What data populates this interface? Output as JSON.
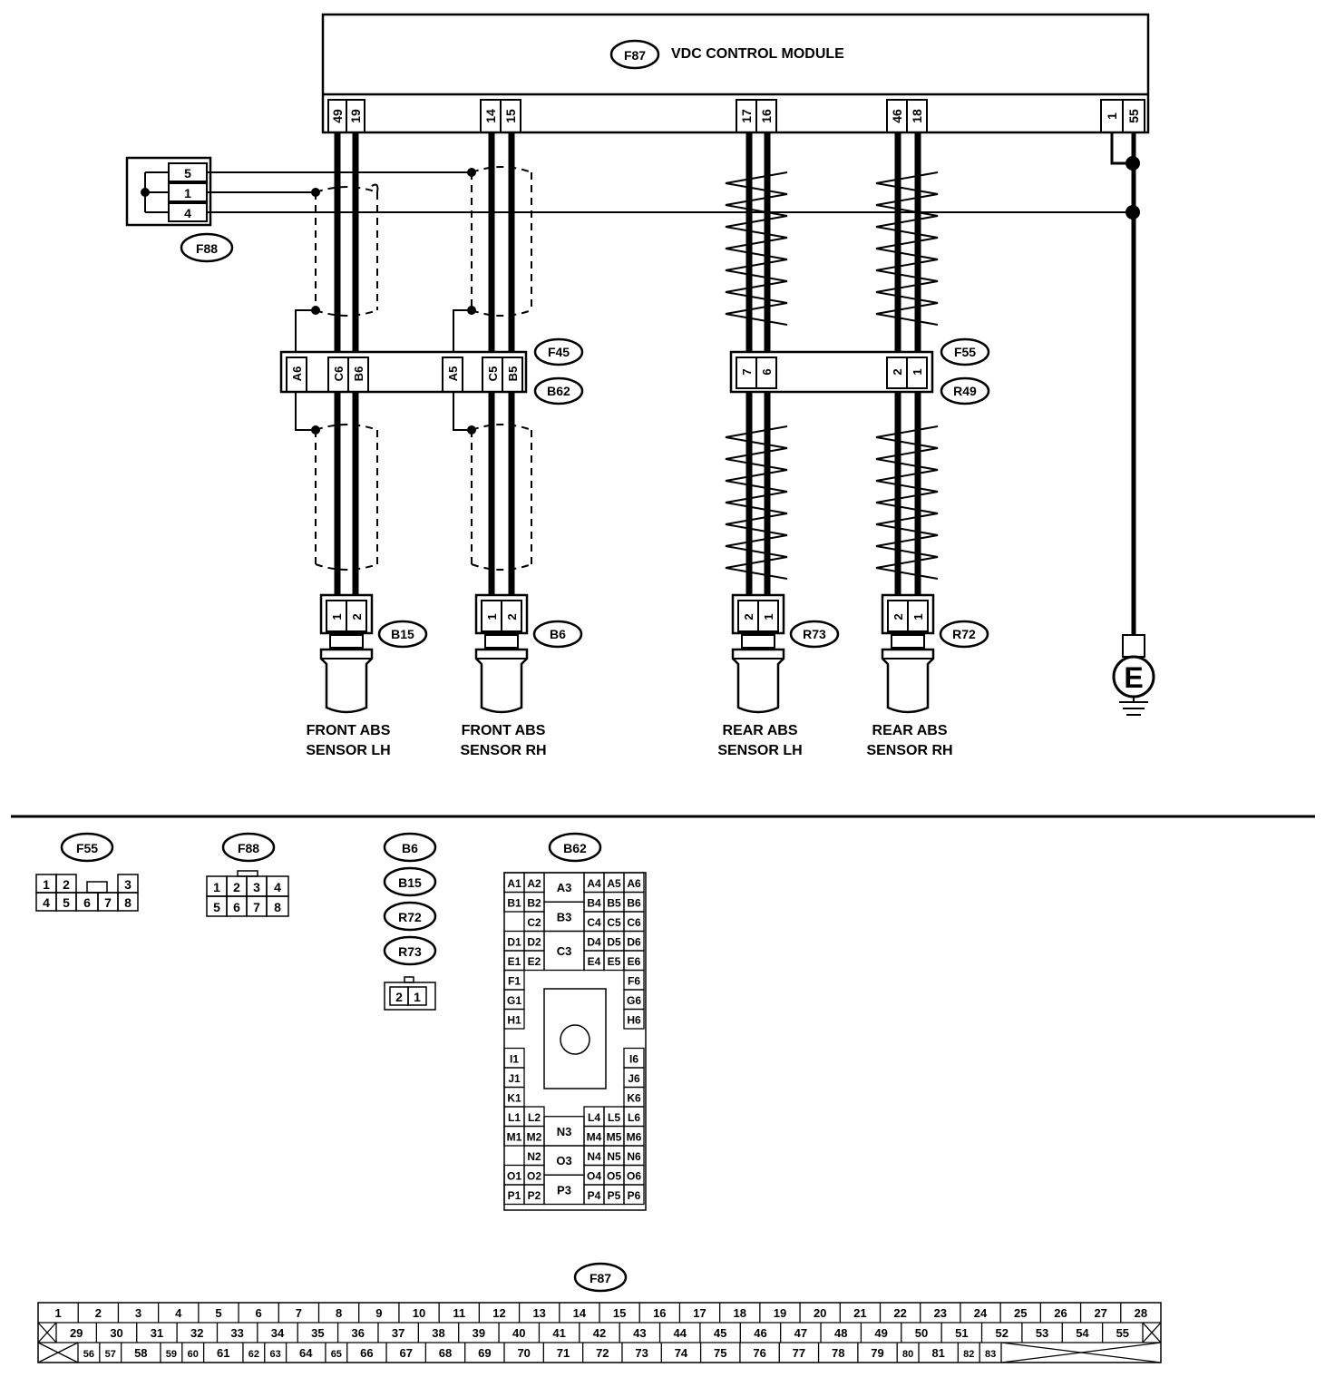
{
  "module": {
    "badge": "F87",
    "title": "VDC CONTROL MODULE",
    "pins": [
      "49",
      "19",
      "14",
      "15",
      "17",
      "16",
      "46",
      "18",
      "1",
      "55"
    ]
  },
  "connector_f88_top": {
    "badge": "F88",
    "pins": [
      "5",
      "1",
      "4"
    ]
  },
  "junction_front": {
    "badge_top": "F45",
    "badge_bottom": "B62",
    "pins": [
      "A6",
      "C6",
      "B6",
      "A5",
      "C5",
      "B5"
    ]
  },
  "junction_rear": {
    "badge_top": "F55",
    "badge_bottom": "R49",
    "pins": [
      "7",
      "6",
      "2",
      "1"
    ]
  },
  "sensors": [
    {
      "badge": "B15",
      "pins": [
        "1",
        "2"
      ],
      "label_line1": "FRONT ABS",
      "label_line2": "SENSOR LH"
    },
    {
      "badge": "B6",
      "pins": [
        "1",
        "2"
      ],
      "label_line1": "FRONT ABS",
      "label_line2": "SENSOR RH"
    },
    {
      "badge": "R73",
      "pins": [
        "2",
        "1"
      ],
      "label_line1": "REAR ABS",
      "label_line2": "SENSOR LH"
    },
    {
      "badge": "R72",
      "pins": [
        "2",
        "1"
      ],
      "label_line1": "REAR ABS",
      "label_line2": "SENSOR RH"
    }
  ],
  "ground": {
    "label": "E"
  },
  "face_f55": {
    "badge": "F55",
    "row1": [
      "1",
      "2",
      "",
      "3"
    ],
    "row2": [
      "4",
      "5",
      "6",
      "7",
      "8"
    ]
  },
  "face_f88": {
    "badge": "F88",
    "row1": [
      "1",
      "2",
      "3",
      "4"
    ],
    "row2": [
      "5",
      "6",
      "7",
      "8"
    ]
  },
  "face_2pin": {
    "badges": [
      "B6",
      "B15",
      "R72",
      "R73"
    ],
    "pins": [
      "2",
      "1"
    ]
  },
  "face_b62": {
    "badge": "B62",
    "left_col_a": [
      "A1",
      "B1",
      "",
      "D1",
      "E1",
      "F1",
      "G1",
      "H1",
      "",
      "I1",
      "J1",
      "K1",
      "L1",
      "M1",
      "",
      "O1",
      "P1"
    ],
    "left_col_b": [
      "A2",
      "B2",
      "C2",
      "D2",
      "E2",
      "",
      "",
      "",
      "",
      "",
      "",
      "",
      "L2",
      "M2",
      "N2",
      "O2",
      "P2"
    ],
    "center": [
      "A3",
      "B3",
      "C3",
      "N3",
      "O3",
      "P3"
    ],
    "right_col_a": [
      "A4",
      "B4",
      "C4",
      "D4",
      "E4",
      "",
      "",
      "",
      "",
      "",
      "",
      "",
      "L4",
      "M4",
      "N4",
      "O4",
      "P4"
    ],
    "right_col_b": [
      "A5",
      "B5",
      "C5",
      "D5",
      "E5",
      "",
      "",
      "",
      "",
      "",
      "",
      "",
      "L5",
      "M5",
      "N5",
      "O5",
      "P5"
    ],
    "right_col_c": [
      "A6",
      "B6",
      "C6",
      "D6",
      "E6",
      "F6",
      "G6",
      "H6",
      "",
      "I6",
      "J6",
      "K6",
      "L6",
      "M6",
      "N6",
      "O6",
      "P6"
    ]
  },
  "face_f87": {
    "badge": "F87",
    "row1": [
      "1",
      "2",
      "3",
      "4",
      "5",
      "6",
      "7",
      "8",
      "9",
      "10",
      "11",
      "12",
      "13",
      "14",
      "15",
      "16",
      "17",
      "18",
      "19",
      "20",
      "21",
      "22",
      "23",
      "24",
      "25",
      "26",
      "27",
      "28"
    ],
    "row2": [
      "29",
      "30",
      "31",
      "32",
      "33",
      "34",
      "35",
      "36",
      "37",
      "38",
      "39",
      "40",
      "41",
      "42",
      "43",
      "44",
      "45",
      "46",
      "47",
      "48",
      "49",
      "50",
      "51",
      "52",
      "53",
      "54",
      "55"
    ],
    "row3": [
      "56",
      "57",
      "58",
      "59",
      "60",
      "61",
      "62",
      "63",
      "64",
      "65",
      "66",
      "67",
      "68",
      "69",
      "70",
      "71",
      "72",
      "73",
      "74",
      "75",
      "76",
      "77",
      "78",
      "79",
      "80",
      "81",
      "82",
      "83"
    ]
  }
}
